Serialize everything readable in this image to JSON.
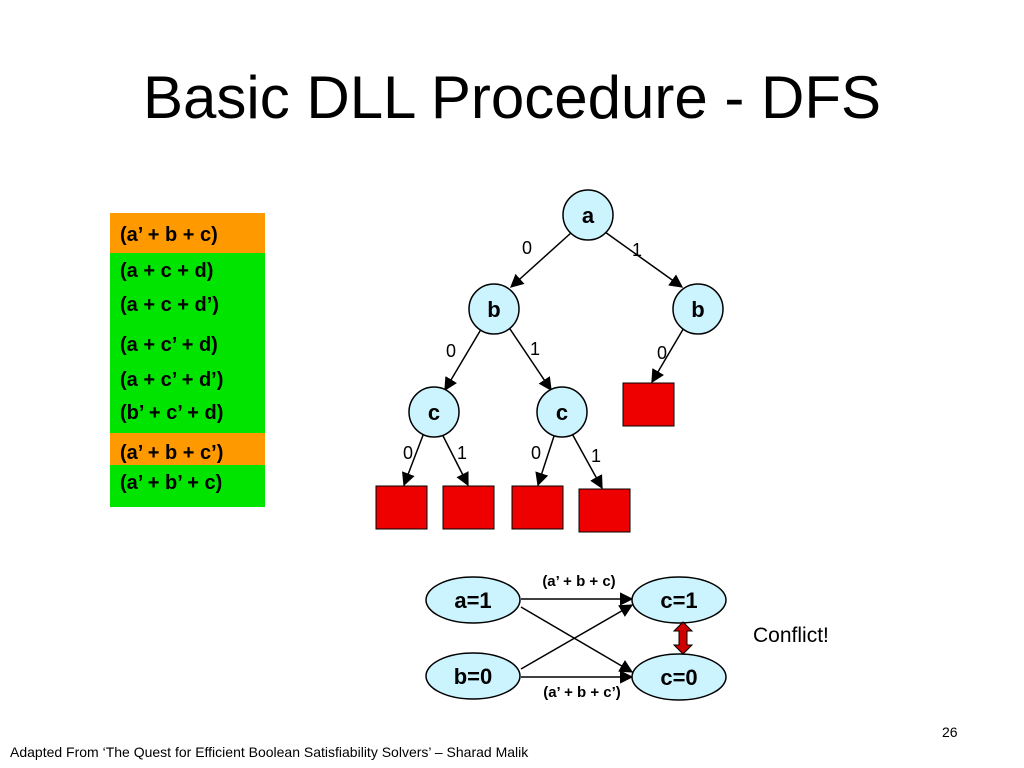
{
  "slide": {
    "title": "Basic DLL Procedure - DFS",
    "page_number": "26",
    "footer": "Adapted From ‘The Quest for Efficient Boolean Satisfiability Solvers’ – Sharad Malik",
    "conflict_label": "Conflict!"
  },
  "colors": {
    "orange": "#FF9900",
    "green": "#00E400",
    "node_fill": "#CCF4FF",
    "conflict_box": "#EE0000",
    "arrow": "#D00000"
  },
  "clauses": [
    {
      "text": "(a’ + b + c)",
      "status": "orange"
    },
    {
      "text": "(a + c + d)",
      "status": "green"
    },
    {
      "text": "(a + c + d’)",
      "status": "green"
    },
    {
      "text": "(a + c’ + d)",
      "status": "green"
    },
    {
      "text": "(a + c’ + d’)",
      "status": "green"
    },
    {
      "text": "(b’ + c’ + d)",
      "status": "green"
    },
    {
      "text": "(a’ + b + c’)",
      "status": "orange"
    },
    {
      "text": "(a’ + b’ + c)",
      "status": "green"
    }
  ],
  "tree": {
    "nodes": [
      {
        "id": "root",
        "label": "a"
      },
      {
        "id": "b_left",
        "label": "b"
      },
      {
        "id": "b_right",
        "label": "b"
      },
      {
        "id": "c_left",
        "label": "c"
      },
      {
        "id": "c_right",
        "label": "c"
      }
    ],
    "edge_labels": [
      {
        "id": "root-0",
        "text": "0"
      },
      {
        "id": "root-1",
        "text": "1"
      },
      {
        "id": "bl-0",
        "text": "0"
      },
      {
        "id": "bl-1",
        "text": "1"
      },
      {
        "id": "br-0",
        "text": "0"
      },
      {
        "id": "cl-0",
        "text": "0"
      },
      {
        "id": "cl-1",
        "text": "1"
      },
      {
        "id": "cr-0",
        "text": "0"
      },
      {
        "id": "cr-1",
        "text": "1"
      }
    ]
  },
  "implication_graph": {
    "nodes": [
      {
        "id": "a1",
        "label": "a=1"
      },
      {
        "id": "b0",
        "label": "b=0"
      },
      {
        "id": "c1",
        "label": "c=1"
      },
      {
        "id": "c0",
        "label": "c=0"
      }
    ],
    "edge_labels": {
      "top": "(a’ + b + c)",
      "bottom": "(a’ + b + c’)"
    }
  }
}
